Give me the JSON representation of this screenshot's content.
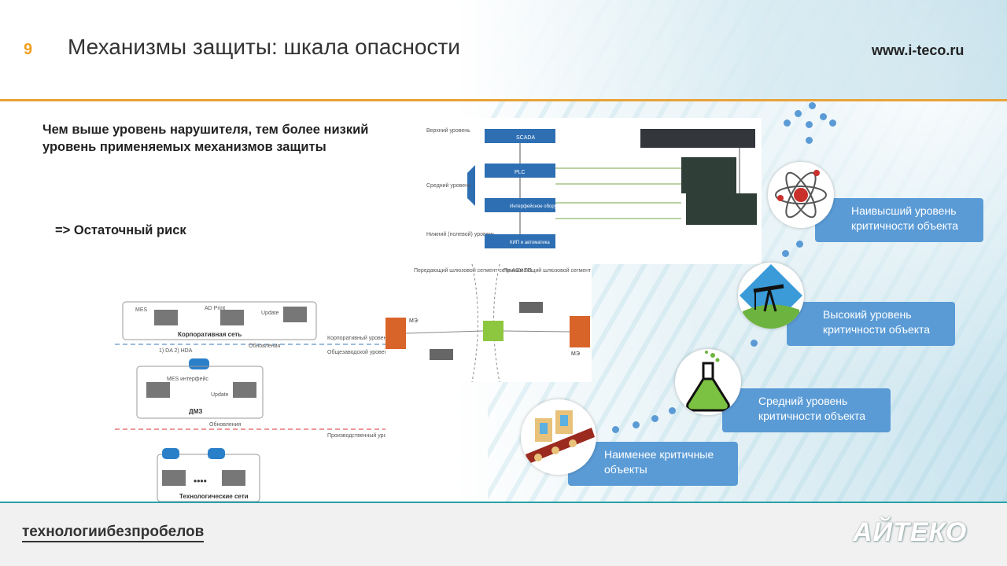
{
  "slide": {
    "number": "9",
    "title": "Механизмы защиты: шкала опасности",
    "site": "www.i-teco.ru",
    "lead_text": "Чем выше уровень нарушителя, тем более низкий уровень применяемых механизмов защиты",
    "risk_text": "=> Остаточный риск"
  },
  "footer": {
    "tagline_part1": "технологии",
    "tagline_part2": "без",
    "tagline_part3": "пробелов",
    "logo": "АЙТЕКО"
  },
  "levels": [
    {
      "label": "Наивысший уровень критичности объекта",
      "icon": "atom-icon"
    },
    {
      "label": "Высокий  уровень критичности объекта",
      "icon": "oil-pump-icon"
    },
    {
      "label": "Средний уровень критичности объекта",
      "icon": "flask-icon"
    },
    {
      "label": "Наименее критичные объекты",
      "icon": "conveyor-icon"
    }
  ],
  "diagram_scada": {
    "levels": [
      "Верхний уровень",
      "Средний уровень",
      "Нижний (полевой) уровень"
    ],
    "blocks": [
      "SCADA",
      "PLC",
      "Интерфейсное оборудование",
      "КИП и автоматика"
    ]
  },
  "diagram_gateway": {
    "left_segment": "Передающий шлюзовой сегмент сети АСУ ТП",
    "right_segment": "Принимающий шлюзовой сегмент корпоративной ЛВС",
    "me_left": "МЭ",
    "me_right": "МЭ"
  },
  "diagram_network": {
    "corporate_net": "Корпоративная сеть",
    "dmz": "ДМЗ",
    "tech_nets": "Технологические сети",
    "corp_level": "Корпоративный уровень",
    "plant_level": "Общезаводской уровень",
    "prod_level": "Производственный уровень",
    "mes": "MES",
    "ad_print": "AD Print",
    "update": "Update",
    "mes_iface": "MES интерфейс",
    "update2": "Update",
    "updates_label": "Обновления",
    "da_hda": "1) DA 2) HDA",
    "dots": "••••"
  },
  "colors": {
    "accent_orange": "#e8a23a",
    "teal": "#2aa0a8",
    "level_blue": "#5a9bd6"
  }
}
